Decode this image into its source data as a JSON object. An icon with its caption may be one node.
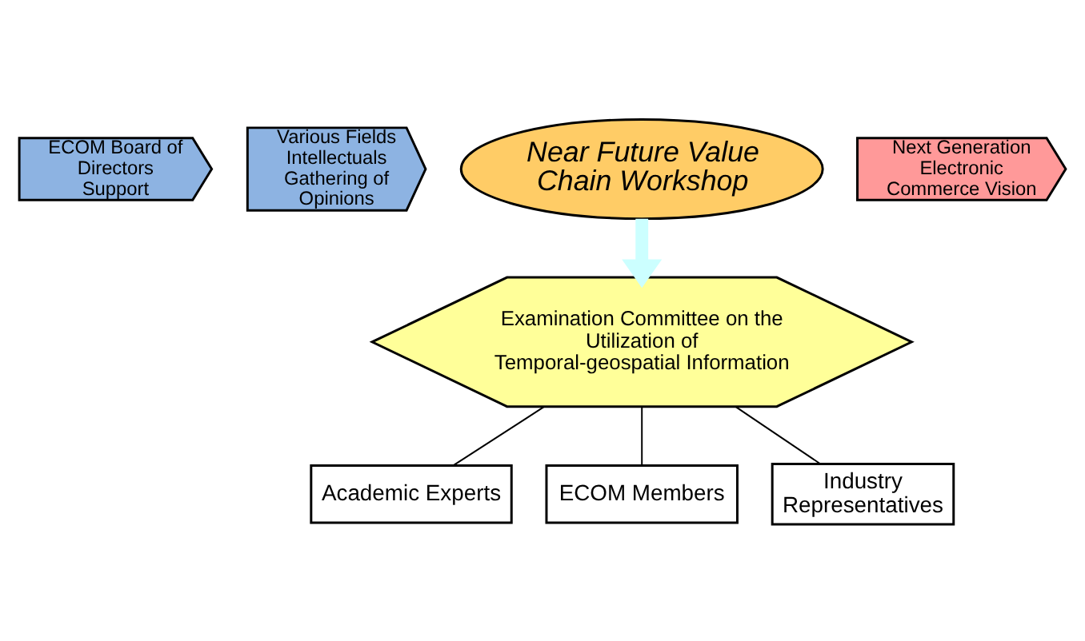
{
  "diagram": {
    "nodes": [
      {
        "text": [
          "ECOM Board of Directors Support"
        ]
      },
      {
        "text": [
          "Various Fields Intellectuals Gathering of Opinions"
        ]
      },
      {
        "text": [
          "Near Future Value Chain Workshop"
        ]
      },
      {
        "text": [
          "Next Generation Electronic Commerce Vision"
        ]
      },
      {
        "text": [
          "Examination Committee on the Utilization of Temporal-geospatial Information"
        ]
      },
      {
        "text": [
          "Academic Experts"
        ]
      },
      {
        "text": [
          "ECOM Members"
        ]
      },
      {
        "text": [
          "Industry Representatives"
        ]
      }
    ],
    "edges": [
      {
        "from": 2,
        "to": 4,
        "arrow": "to",
        "style": "thick",
        "color": "#ccffff"
      },
      {
        "from": 4,
        "to": 5,
        "arrow": "none"
      },
      {
        "from": 4,
        "to": 6,
        "arrow": "none"
      },
      {
        "from": 4,
        "to": 7,
        "arrow": "none"
      }
    ]
  }
}
